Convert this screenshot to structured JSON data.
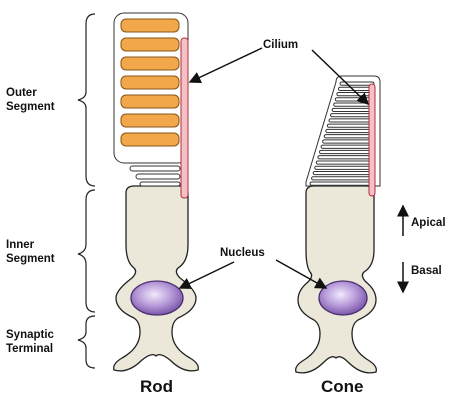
{
  "labels": {
    "outer_segment": [
      "Outer",
      "Segment"
    ],
    "inner_segment": [
      "Inner",
      "Segment"
    ],
    "synaptic_terminal": [
      "Synaptic",
      "Terminal"
    ],
    "cilium": "Cilium",
    "nucleus": "Nucleus",
    "apical": "Apical",
    "basal": "Basal",
    "rod": "Rod",
    "cone": "Cone"
  },
  "colors": {
    "disc": "#f2a84a",
    "cilium": "#f2c2c6",
    "nucleus": "#9d7bc9",
    "cell_body": "#ebe8da"
  }
}
